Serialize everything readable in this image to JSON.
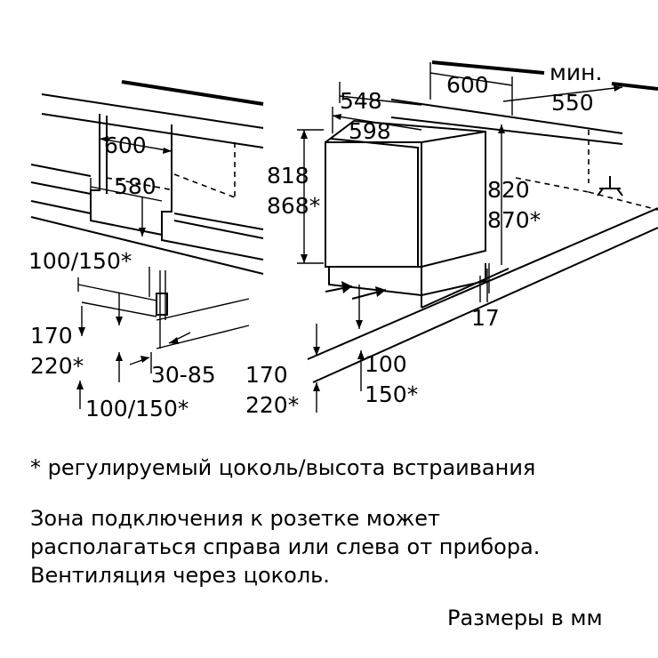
{
  "dimensions": {
    "left_width_600": "600",
    "left_depth_580": "580",
    "left_plinth_100_150": "100/150*",
    "left_170": "170",
    "left_220": "220*",
    "left_30_85": "30-85",
    "left_bottom_100_150": "100/150*",
    "top_600": "600",
    "min_label": "мин.",
    "min_550": "550",
    "depth_548": "548",
    "width_598": "598",
    "height_818": "818",
    "height_868": "868*",
    "niche_820": "820",
    "niche_870": "870*",
    "offset_17": "17",
    "plinth_170": "170",
    "plinth_220": "220*",
    "vent_100": "100",
    "vent_150": "150*"
  },
  "notes": {
    "adjustable": "* регулируемый цоколь/высота встраивания",
    "line1": "Зона подключения к розетке может",
    "line2": "располагаться справа или слева от прибора.",
    "line3": "Вентиляция через цоколь.",
    "units": "Размеры в мм"
  }
}
